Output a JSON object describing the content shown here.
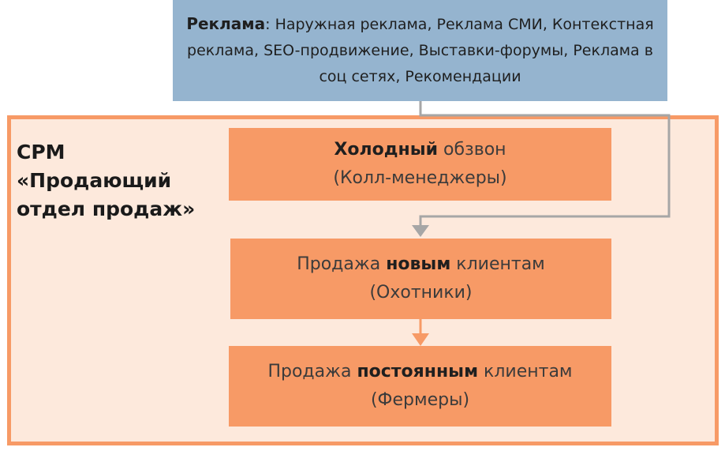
{
  "advertising": {
    "label": "Реклама",
    "separator": ":",
    "channels": "Наружная реклама, Реклама СМИ, Контекстная реклама, SEO-продвижение, Выставки-форумы, Реклама в соц сетях, Рекомендации"
  },
  "department": {
    "line1": "CPM",
    "line2": "«Продающий",
    "line3": "отдел продаж»"
  },
  "stages": [
    {
      "before": "",
      "emphasis": "Холодный",
      "after": " обзвон",
      "role": "(Колл-менеджеры)"
    },
    {
      "before": "Продажа ",
      "emphasis": "новым",
      "after": " клиентам",
      "role": "(Охотники)"
    },
    {
      "before": "Продажа ",
      "emphasis": "постоянным",
      "after": " клиентам",
      "role": "(Фермеры)"
    }
  ],
  "colors": {
    "advertising_box": "#95b4cf",
    "department_fill": "#fde9dc",
    "department_border": "#f79a66",
    "stage_fill": "#f79a66",
    "gray_connector": "#a6a6a6",
    "orange_connector": "#f79a66"
  }
}
